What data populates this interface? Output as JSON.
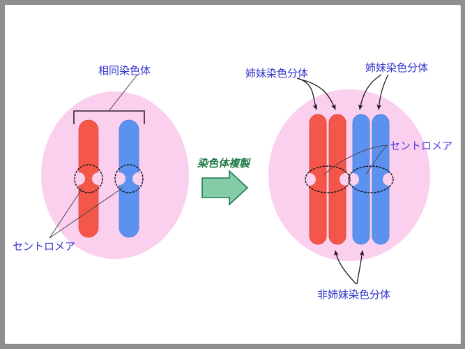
{
  "figure": {
    "title": "染色体複製 (chromosome replication) diagram",
    "background_color": "#ffffff",
    "frame_color": "#8f8f8f"
  },
  "colors": {
    "cell_fill": "#fbcfee",
    "red_chromosome": "#f4564a",
    "red_chromosome_edge": "#d94336",
    "blue_chromosome": "#5b92f0",
    "blue_chromosome_edge": "#4a7fe0",
    "label_blue": "#3333cc",
    "label_purple": "#4a3ee0",
    "label_green": "#1f7a46",
    "arrow_fill": "#84cca8",
    "arrow_stroke": "#1a7a4c",
    "leader_line": "#4b4453"
  },
  "left_cell": {
    "name": "before-replication-cell",
    "labels": {
      "homologous": "相同染色体",
      "centromere": "セントロメア"
    },
    "chromosomes": [
      {
        "name": "red-chromosome",
        "color": "#f4564a",
        "chromatids": 1
      },
      {
        "name": "blue-chromosome",
        "color": "#5b92f0",
        "chromatids": 1
      }
    ]
  },
  "transition": {
    "name": "replication-arrow",
    "label": "染色体複製"
  },
  "right_cell": {
    "name": "after-replication-cell",
    "labels": {
      "sister_chromatids_left": "姉妹染色分体",
      "sister_chromatids_right": "姉妹染色分体",
      "centromere": "セントロメア",
      "non_sister_chromatids": "非姉妹染色分体"
    },
    "chromosomes": [
      {
        "name": "red-chromosome-duplicated",
        "color": "#f4564a",
        "chromatids": 2
      },
      {
        "name": "blue-chromosome-duplicated",
        "color": "#5b92f0",
        "chromatids": 2
      }
    ]
  }
}
